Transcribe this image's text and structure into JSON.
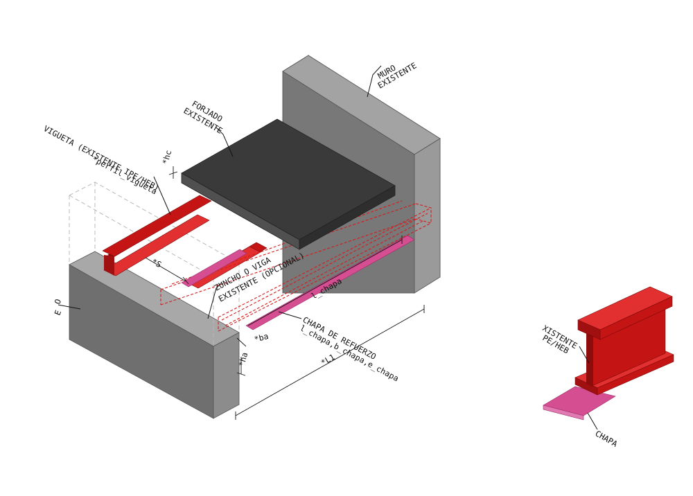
{
  "labels": {
    "muro_1": "MURO",
    "muro_2": "EXISTENTE",
    "forjado_1": "FORJADO",
    "forjado_2": "EXISTENTE",
    "vigueta_1": "VIGUETA (EXISTENTE IPE/HEB)",
    "vigueta_2": "*perfil_vigueta",
    "zuncho_1": "ZUNCHO O VIGA",
    "zuncho_2": "EXISTENTE (OPCIONAL)",
    "chapa_1": "CHAPA DE REFUERZO",
    "chapa_2": "l_chapa,b_chapa,e_chapa",
    "l_chapa": "l_chapa",
    "dim_L1": "*L1",
    "dim_S": "*S",
    "dim_hc": "*hc",
    "dim_ba": "*ba",
    "dim_ha": "*ha",
    "left_wall_1": "O",
    "left_wall_2": "E",
    "detail_1": "XISTENTE",
    "detail_2": "PE/HEB",
    "detail_chapa": "CHAPA"
  },
  "colors": {
    "wall_front": "#6f6f6f",
    "wall_side": "#8c8c8c",
    "wall_top": "#a3a3a3",
    "slab_top": "#3a3a3a",
    "slab_edge": "#505050",
    "beam_red": "#c41414",
    "beam_red_light": "#e23030",
    "beam_red_dark": "#8e0c0c",
    "plate_pink": "#d64e92",
    "plate_pink_light": "#e07ab0"
  },
  "icons": {
    "leader": "leader-line",
    "dimension": "dimension-line"
  }
}
